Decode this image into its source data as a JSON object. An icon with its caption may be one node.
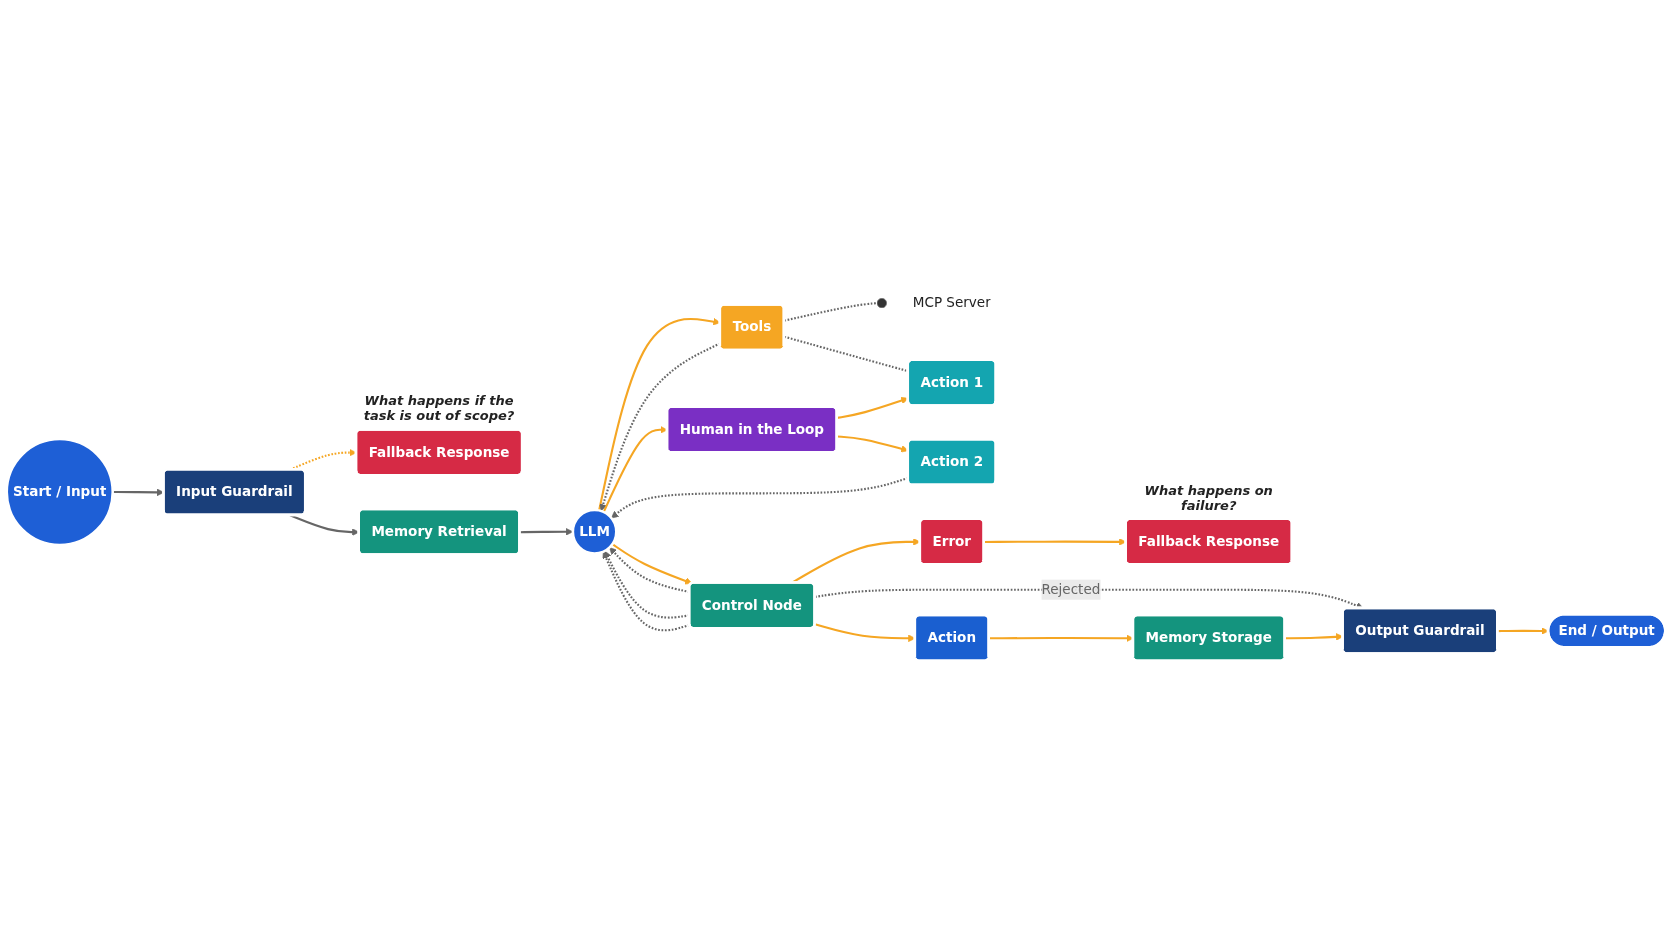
{
  "diagram": {
    "nodes": [
      {
        "text": [
          "Start / Input"
        ]
      },
      {
        "text": [
          "Input Guardrail"
        ]
      },
      {
        "text": [
          "Fallback Response"
        ],
        "beside": [
          "What happens if the task is out of scope?"
        ]
      },
      {
        "text": [
          "Memory Retrieval"
        ]
      },
      {
        "text": [
          "LLM"
        ]
      },
      {
        "text": [
          "Tools"
        ]
      },
      {
        "text": [
          "MCP Server"
        ]
      },
      {
        "text": [
          "Action 1"
        ]
      },
      {
        "text": [
          "Human in the Loop"
        ]
      },
      {
        "text": [
          "Action 2"
        ]
      },
      {
        "text": [
          "Control Node"
        ]
      },
      {
        "text": [
          "Error"
        ]
      },
      {
        "text": [
          "Action"
        ]
      },
      {
        "text": [
          "Fallback Response"
        ],
        "beside": [
          "What happens on failure?"
        ]
      },
      {
        "text": [
          "Memory Storage"
        ]
      },
      {
        "text": [
          "Output Guardrail"
        ]
      },
      {
        "text": [
          "End / Output"
        ]
      }
    ],
    "edges": [
      {
        "from": 0,
        "to": 1,
        "arrow": "to",
        "color": "#666666"
      },
      {
        "from": 1,
        "to": 3,
        "arrow": "to",
        "color": "#666666"
      },
      {
        "from": 1,
        "to": 2,
        "arrow": "to",
        "style": "dashed"
      },
      {
        "from": 3,
        "to": 4,
        "arrow": "to",
        "color": "#666666"
      },
      {
        "from": 4,
        "to": 5,
        "arrow": "to"
      },
      {
        "from": 5,
        "to": 4,
        "arrow": "to",
        "style": "dashed",
        "color": "#666666"
      },
      {
        "from": 5,
        "to": 6,
        "arrow": "other",
        "style": "dashed",
        "color": "#666666"
      },
      {
        "from": 5,
        "to": 7,
        "arrow": "none",
        "style": "dashed",
        "color": "#666666"
      },
      {
        "from": 4,
        "to": 8,
        "arrow": "to"
      },
      {
        "from": 8,
        "to": 7,
        "arrow": "to"
      },
      {
        "from": 8,
        "to": 9,
        "arrow": "to"
      },
      {
        "from": 9,
        "to": 4,
        "arrow": "to",
        "style": "dashed",
        "color": "#666666"
      },
      {
        "from": 4,
        "to": 10,
        "arrow": "to"
      },
      {
        "from": 10,
        "to": 4,
        "arrow": "to",
        "style": "dashed",
        "color": "#666666"
      },
      {
        "from": 10,
        "to": 4,
        "arrow": "to",
        "style": "dashed",
        "color": "#666666"
      },
      {
        "from": 10,
        "to": 4,
        "arrow": "to",
        "style": "dashed",
        "color": "#666666"
      },
      {
        "from": 10,
        "to": 11,
        "arrow": "to"
      },
      {
        "from": 10,
        "to": 12,
        "arrow": "to"
      },
      {
        "from": 10,
        "to": 15,
        "arrow": "to",
        "label": "Rejected",
        "style": "dashed",
        "color": "#666666"
      },
      {
        "from": 11,
        "to": 13,
        "arrow": "to"
      },
      {
        "from": 12,
        "to": 14,
        "arrow": "to"
      },
      {
        "from": 14,
        "to": 15,
        "arrow": "to"
      },
      {
        "from": 15,
        "to": 16,
        "arrow": "to"
      }
    ]
  }
}
